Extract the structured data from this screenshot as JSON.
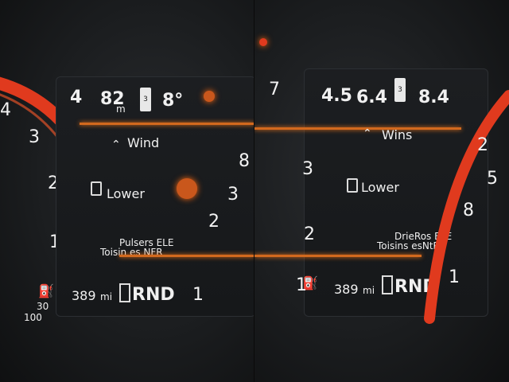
{
  "left": {
    "topbar": {
      "left_value": "4",
      "trip_value": "82",
      "trip_unit": "m",
      "temp_value": "8°",
      "gear_indicator": "3"
    },
    "menu": {
      "item1": "Wind",
      "item2": "Lower"
    },
    "bottom_text": "Pulsers ELE",
    "bottom_text2": "Toisin es NFR",
    "range_value": "389",
    "range_unit": "mi",
    "gear_display": "RND",
    "gauge_left": {
      "ticks": [
        "4",
        "3",
        "2",
        "1"
      ],
      "small_lbl": [
        "30",
        "100"
      ]
    },
    "gauge_right": {
      "ticks": [
        "3",
        "2",
        "1"
      ],
      "center": "8"
    }
  },
  "right": {
    "topbar": {
      "left_value": "4.5",
      "trip_value": "6.4",
      "gear_indicator": "3",
      "temp_value": "8.4"
    },
    "menu": {
      "item1": "Wins",
      "item2": "Lower"
    },
    "bottom_text": "DrieRos EFE",
    "bottom_text2": "Toisins esNtR",
    "range_value": "389",
    "range_unit": "mi",
    "gear_display": "RND",
    "gauge_left": {
      "ticks": [
        "7",
        "3",
        "2",
        "1"
      ]
    },
    "gauge_right": {
      "ticks": [
        "2",
        "5",
        "1"
      ],
      "center": "8"
    }
  },
  "colors": {
    "accent": "#d2691e",
    "redline": "#e03a1e",
    "text": "#f0f0f0"
  }
}
